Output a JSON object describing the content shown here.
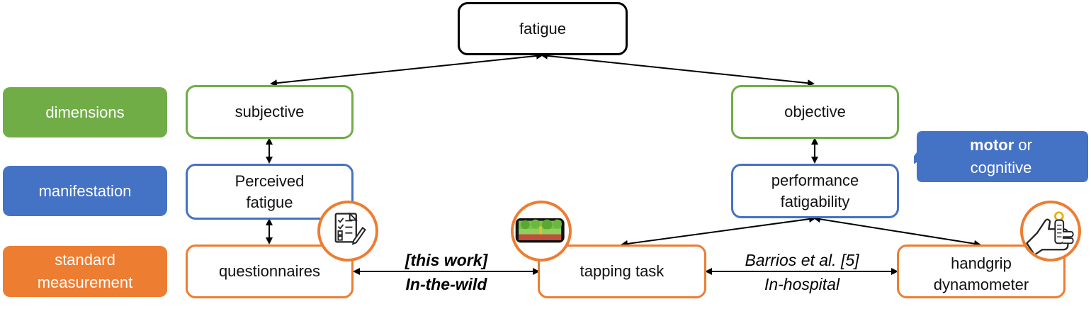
{
  "root": {
    "label": "fatigue"
  },
  "row_labels": {
    "dimensions": "dimensions",
    "manifestation": "manifestation",
    "standard_measurement": [
      "standard",
      "measurement"
    ]
  },
  "dimensions": {
    "subjective": "subjective",
    "objective": "objective"
  },
  "manifestation": {
    "perceived": [
      "Perceived",
      "fatigue"
    ],
    "performance": [
      "performance",
      "fatigability"
    ]
  },
  "measurement": {
    "questionnaires": "questionnaires",
    "tapping": "tapping task",
    "handgrip": [
      "handgrip",
      "dynamometer"
    ]
  },
  "callout": {
    "bold": "motor",
    "rest_line1": " or",
    "line2": "cognitive"
  },
  "annotations": {
    "this_work": "[this work]",
    "in_the_wild": "In-the-wild",
    "barrios": "Barrios et al. [5]",
    "in_hospital": "In-hospital"
  },
  "colors": {
    "green": "#70ad47",
    "blue": "#4472c4",
    "orange": "#ed7d31",
    "black": "#000000"
  },
  "icons": [
    "questionnaire-icon",
    "phone-game-icon",
    "handgrip-icon"
  ]
}
